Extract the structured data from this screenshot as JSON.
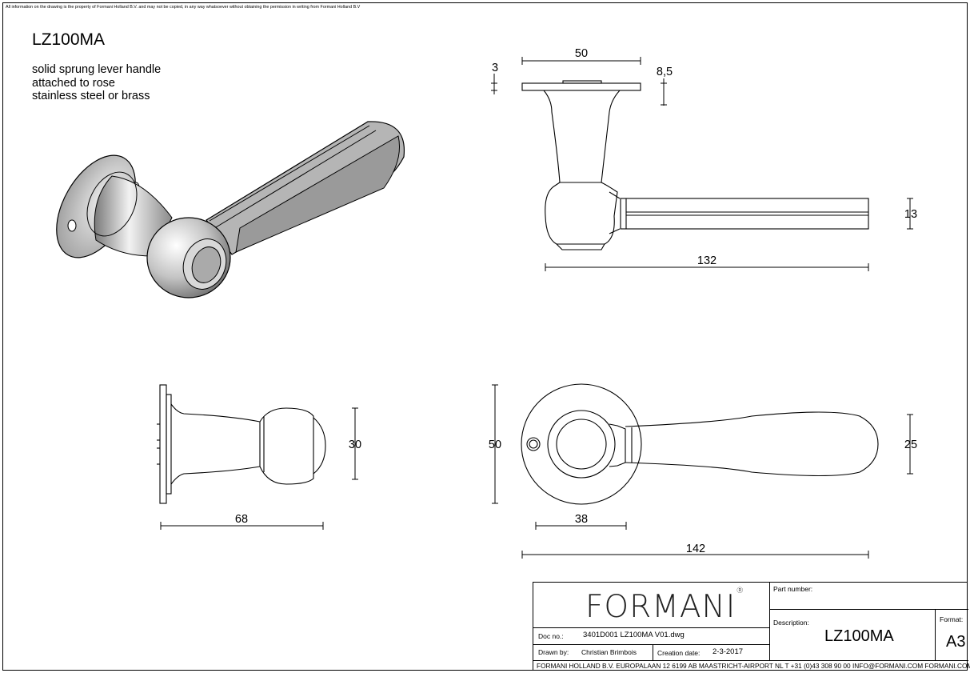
{
  "copyright_notice": "All information on the drawing is the property of Formani Holland B.V. and may not be copied, in any way whatsoever without obtaining the permission in writing from Formani Holland B.V",
  "product_code": "LZ100MA",
  "description_lines": [
    "solid sprung lever handle",
    "attached to rose",
    "stainless steel or brass"
  ],
  "dimensions": {
    "rose_width": "50",
    "rose_thickness": "3",
    "rose_height": "8,5",
    "lever_thickness": "13",
    "lever_length": "132",
    "side_knob_height": "30",
    "side_depth": "68",
    "rose_diameter": "50",
    "collar_diameter": "38",
    "lever_width": "25",
    "total_length": "142"
  },
  "title_block": {
    "logo": "FORMANI",
    "logo_mark": "®",
    "part_number_label": "Part number:",
    "description_label": "Description:",
    "description_value": "LZ100MA",
    "format_label": "Format:",
    "format_value": "A3",
    "doc_no_label": "Doc no.:",
    "doc_no_value": "3401D001 LZ100MA V01.dwg",
    "drawn_by_label": "Drawn by:",
    "drawn_by_value": "Christian Brimbois",
    "creation_date_label": "Creation date:",
    "creation_date_value": "2-3-2017",
    "footer": "FORMANI HOLLAND B.V.  EUROPALAAN 12  6199 AB MAASTRICHT-AIRPORT NL  T +31 (0)43 308 90 00 INFO@FORMANI.COM FORMANI.COM"
  },
  "colors": {
    "line": "#000000",
    "metal_dark": "#8c8c8c",
    "metal_light": "#e6e6e6",
    "lever_face": "#b3b3b3"
  }
}
